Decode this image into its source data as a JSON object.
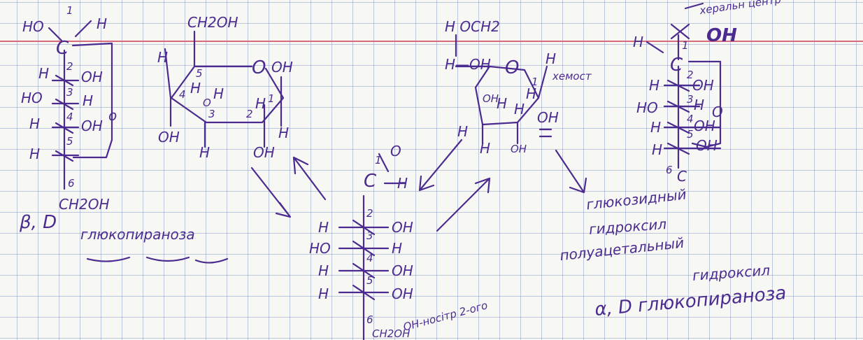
{
  "ink_color": "#4b2b8f",
  "grid_color": "#8c9cc8",
  "margin_color": "#d96b7b",
  "fischer_beta": {
    "top": "HO",
    "c1_num": "1",
    "c1_h": "H",
    "c1": "C",
    "rows": [
      {
        "left": "H",
        "num": "2",
        "right": "OH"
      },
      {
        "left": "HO",
        "num": "3",
        "right": "H"
      },
      {
        "left": "H",
        "num": "4",
        "right": "OH"
      },
      {
        "left": "H",
        "num": "5",
        "right": "o"
      }
    ],
    "c6_num": "6",
    "ring_o": "o",
    "ch2oh": "CH2OH",
    "caption_prefix": "β, D",
    "caption_word": "глюкопиранoза"
  },
  "haworth_beta": {
    "ch2oh": "CH2OH",
    "ring_o": "O",
    "oh_top_right": "OH",
    "h_left": "H",
    "num5": "5",
    "num4": "4",
    "num3": "3",
    "num2": "2",
    "num1": "1",
    "h_inner": "H",
    "o_inner": "O",
    "h_inner2": "H",
    "oh_left": "OH",
    "h_bottom": "H",
    "oh_bottom": "OH",
    "h_right": "H",
    "h_c2": "H"
  },
  "open_chain": {
    "o": "O",
    "c1_num": "1",
    "c": "C",
    "h": "H",
    "rows": [
      {
        "left": "H",
        "num": "2",
        "right": "OH"
      },
      {
        "left": "HO",
        "num": "3",
        "right": "H"
      },
      {
        "left": "H",
        "num": "4",
        "right": "OH"
      },
      {
        "left": "H",
        "num": "5",
        "right": "OH"
      }
    ],
    "c6_num": "6",
    "bottom_label": "CH2OH",
    "side_note": "OH-носітр 2-ого"
  },
  "haworth_alpha": {
    "ch2oh": "H OCH2",
    "h_oh": "H—OH",
    "ring_o": "O",
    "h_top": "H",
    "oh_inner": "OH",
    "h_inner": "H",
    "h_b": "H",
    "h_mid": "H",
    "num1": "1",
    "note": "хемост",
    "oh_right": "OH",
    "h_left": "H",
    "h_bottom": "H",
    "oh_bottom": "OH"
  },
  "fischer_alpha": {
    "note": "херальн центр",
    "h": "H",
    "oh": "OH",
    "c1_num": "1",
    "c": "C",
    "rows": [
      {
        "left": "H",
        "num": "2",
        "right": "OH"
      },
      {
        "left": "HO",
        "num": "3",
        "right": "H"
      },
      {
        "left": "H",
        "num": "4",
        "right": "OH"
      },
      {
        "left": "H",
        "num": "5",
        "right": "OH"
      }
    ],
    "ring_o": "O",
    "c6_num": "6",
    "c6": "C"
  },
  "notes": {
    "line1": "глюкозидный",
    "line2": "гидроксил",
    "line3": "полуацетальный",
    "line4": "гидроксил",
    "caption": "α, D глюкопиранoза"
  }
}
